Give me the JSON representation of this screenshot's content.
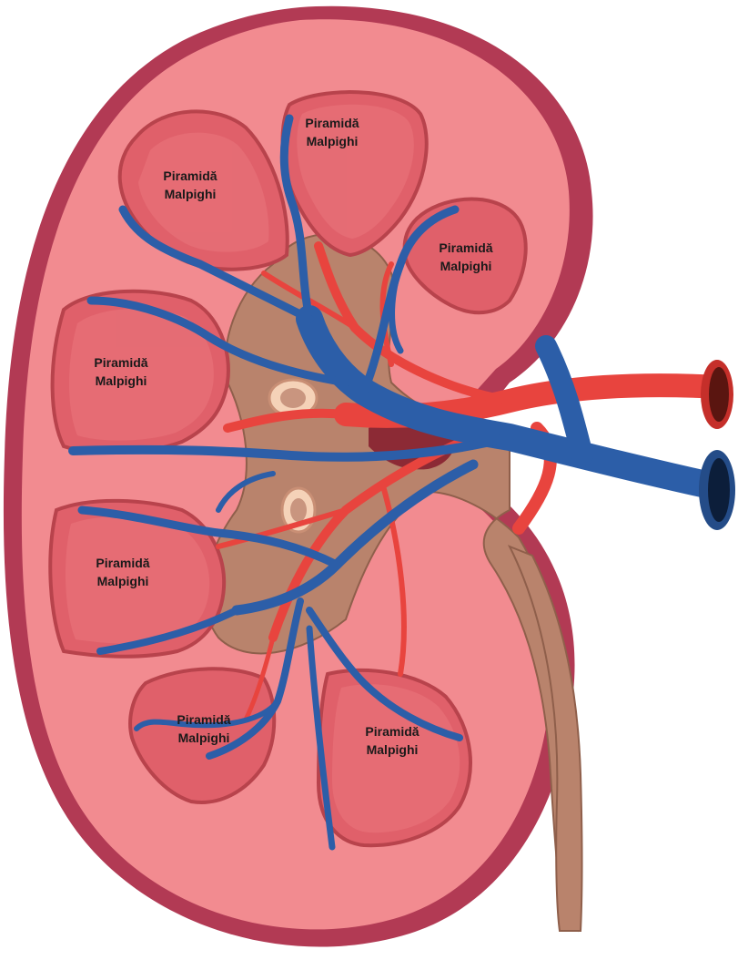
{
  "labels": {
    "p1": {
      "line1": "Piramidă",
      "line2": "Malpighi"
    },
    "p2": {
      "line1": "Piramidă",
      "line2": "Malpighi"
    },
    "p3": {
      "line1": "Piramidă",
      "line2": "Malpighi"
    },
    "p4": {
      "line1": "Piramidă",
      "line2": "Malpighi"
    },
    "p5": {
      "line1": "Piramidă",
      "line2": "Malpighi"
    },
    "p6": {
      "line1": "Piramidă",
      "line2": "Malpighi"
    },
    "p7": {
      "line1": "Piramidă",
      "line2": "Malpighi"
    }
  },
  "colors": {
    "capsule": "#b23a54",
    "cortex": "#f28b90",
    "medulla_pyramid": "#e0606a",
    "pelvis": "#b9836c",
    "vein": "#2c5ea8",
    "artery": "#e8443e"
  }
}
